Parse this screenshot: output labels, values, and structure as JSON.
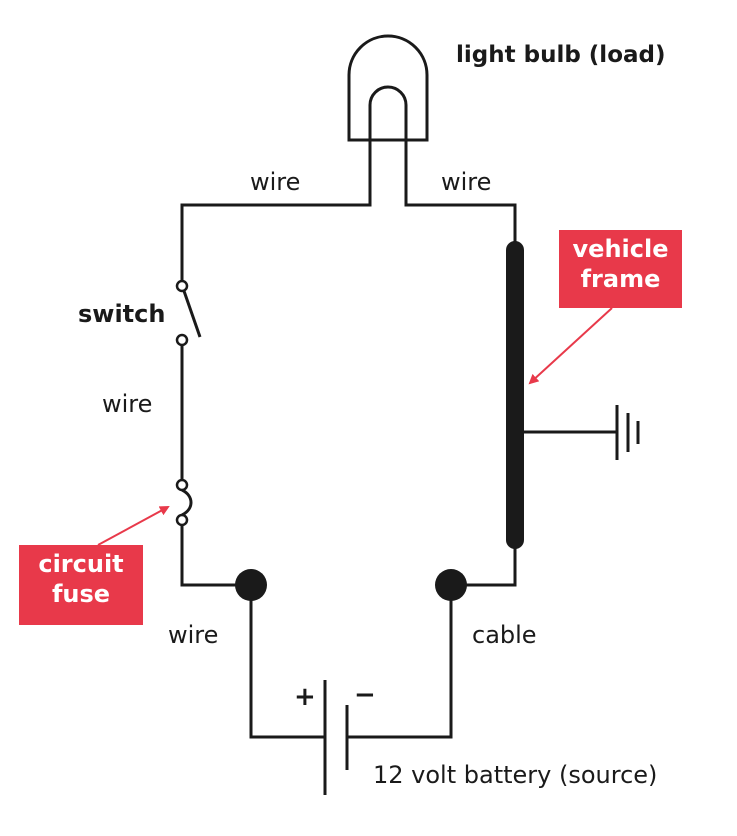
{
  "labels": {
    "bulb": "light bulb (load)",
    "wire_top_left": "wire",
    "wire_top_right": "wire",
    "switch": "switch",
    "wire_left": "wire",
    "wire_bottom_left": "wire",
    "cable": "cable",
    "battery": "12 volt battery (source)",
    "plus": "+",
    "minus": "−"
  },
  "callouts": {
    "vehicle_frame": [
      "vehicle",
      "frame"
    ],
    "circuit_fuse": [
      "circuit",
      "fuse"
    ]
  },
  "colors": {
    "line": "#1a1a1a",
    "accent": "#e8394a"
  }
}
